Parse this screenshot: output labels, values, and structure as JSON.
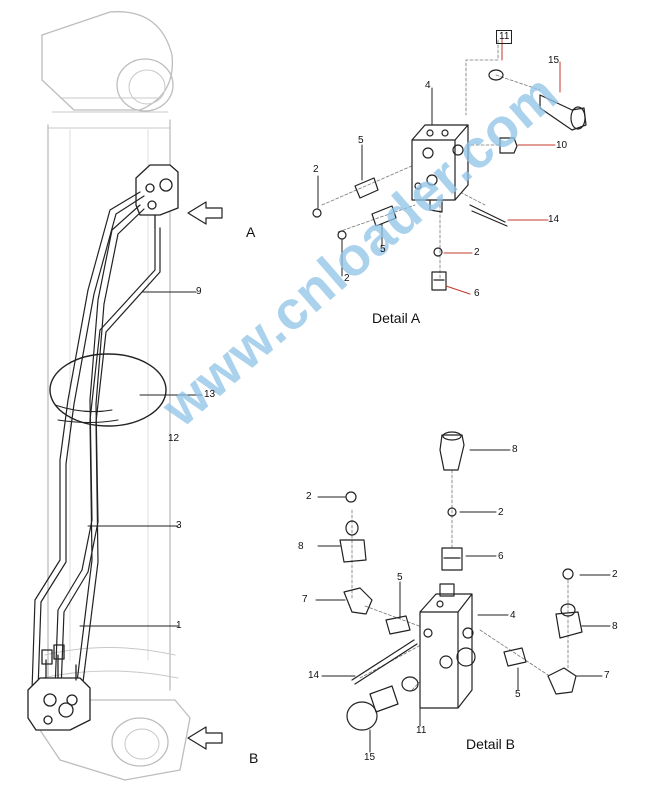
{
  "watermark": "www.cnloader.com",
  "overview": {
    "arrow_a_label": "A",
    "arrow_b_label": "B",
    "parts": {
      "p9": "9",
      "p13": "13",
      "p12": "12",
      "p3": "3",
      "p1": "1"
    }
  },
  "detail_a": {
    "title": "Detail A",
    "labels": {
      "p11": "11",
      "p15": "15",
      "p4": "4",
      "p5a": "5",
      "p10": "10",
      "p2a": "2",
      "p14": "14",
      "p5b": "5",
      "p2b": "2",
      "p2c": "2",
      "p6": "6"
    }
  },
  "detail_b": {
    "title": "Detail B",
    "labels": {
      "p8a": "8",
      "p2a": "2",
      "p2b": "2",
      "p8b": "8",
      "p6": "6",
      "p2c": "2",
      "p5a": "5",
      "p7a": "7",
      "p4": "4",
      "p8c": "8",
      "p14": "14",
      "p7b": "7",
      "p5b": "5",
      "p11": "11",
      "p15": "15"
    }
  }
}
